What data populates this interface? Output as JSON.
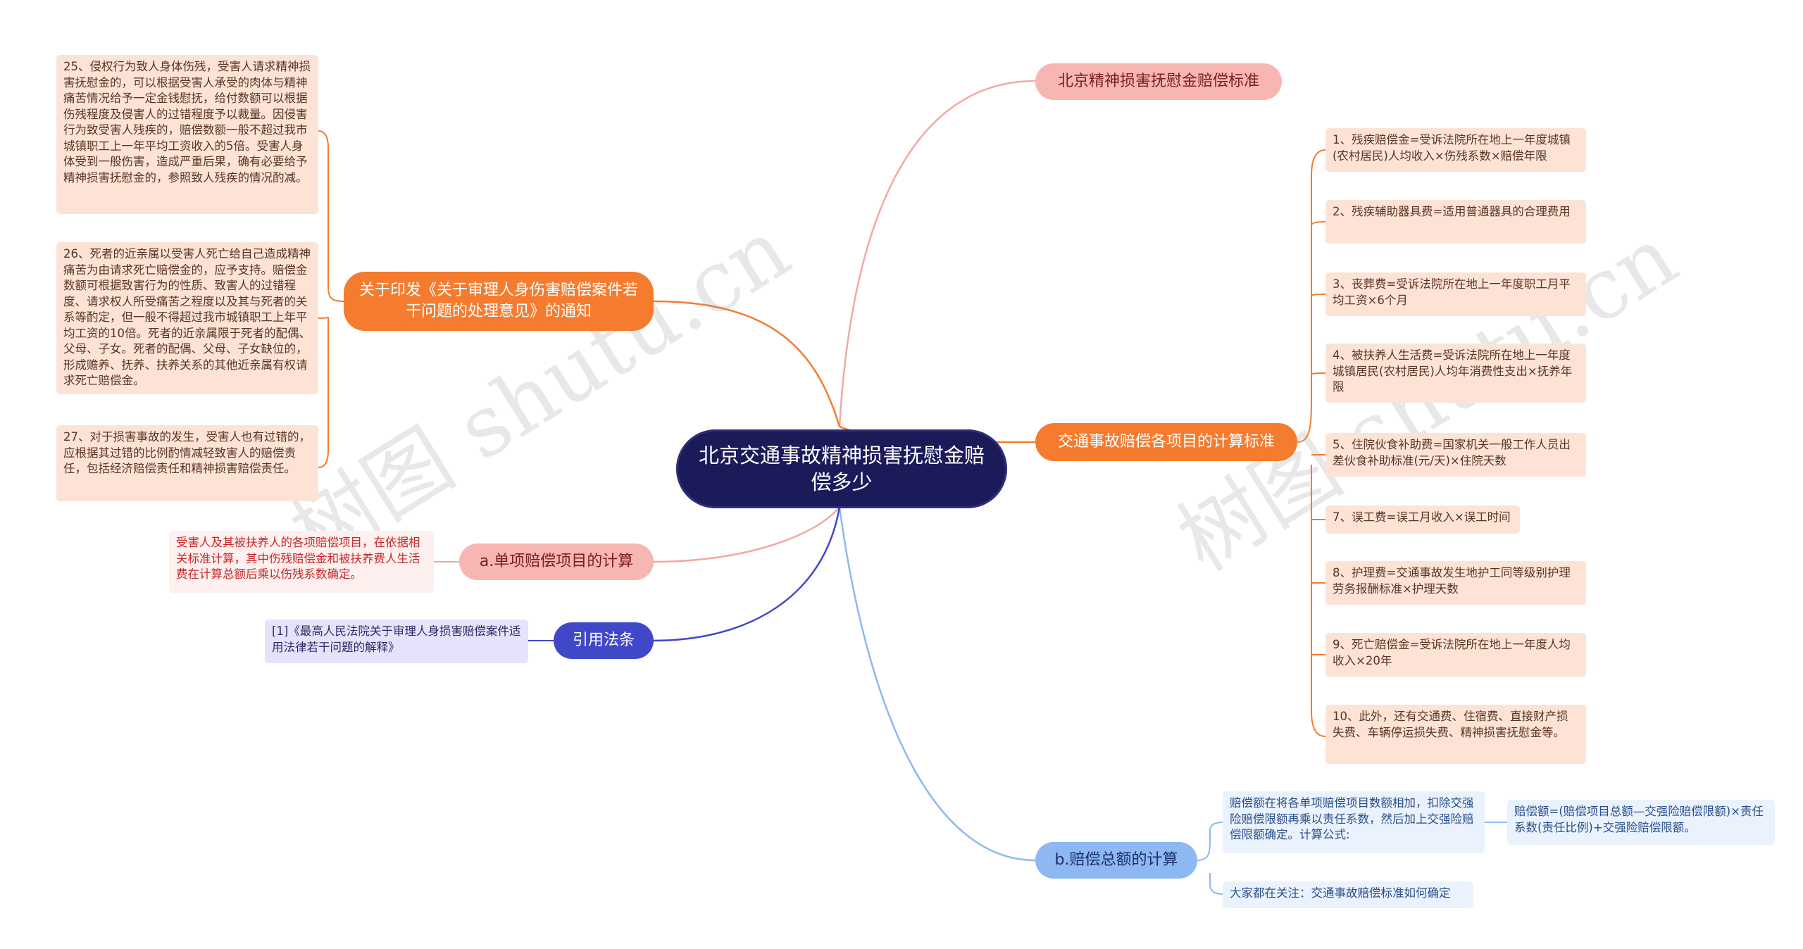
{
  "center": {
    "title": "北京交通事故精神损害抚慰金赔偿多少"
  },
  "right_branches": {
    "standard": {
      "label": "北京精神损害抚慰金赔偿标准"
    },
    "calc_standard": {
      "label": "交通事故赔偿各项目的计算标准",
      "items": [
        "1、残疾赔偿金=受诉法院所在地上一年度城镇(农村居民)人均收入×伤残系数×赔偿年限",
        "2、残疾辅助器具费=适用普通器具的合理费用",
        "3、丧葬费=受诉法院所在地上一年度职工月平均工资×6个月",
        "4、被扶养人生活费=受诉法院所在地上一年度城镇居民(农村居民)人均年消费性支出×抚养年限",
        "5、住院伙食补助费=国家机关一般工作人员出差伙食补助标准(元/天)×住院天数",
        "7、误工费=误工月收入×误工时间",
        "8、护理费=交通事故发生地护工同等级别护理劳务报酬标准×护理天数",
        "9、死亡赔偿金=受诉法院所在地上一年度人均收入×20年",
        "10、此外，还有交通费、住宿费、直接财产损失费、车辆停运损失费、精神损害抚慰金等。"
      ]
    },
    "total_calc": {
      "label": "b.赔偿总额的计算",
      "desc": "赔偿额在将各单项赔偿项目数额相加，扣除交强险赔偿限额再乘以责任系数，然后加上交强险赔偿限额确定。计算公式:",
      "formula": "赔偿额=(赔偿项目总额—交强险赔偿限额)×责任系数(责任比例)+交强险赔偿限额。",
      "related": "大家都在关注：交通事故赔偿标准如何确定"
    }
  },
  "left_branches": {
    "notice": {
      "label": "关于印发《关于审理人身伤害赔偿案件若干问题的处理意见》的通知",
      "items": [
        "25、侵权行为致人身体伤残，受害人请求精神损害抚慰金的，可以根据受害人承受的肉体与精神痛苦情况给予一定金钱慰抚，给付数额可以根据伤残程度及侵害人的过错程度予以裁量。因侵害行为致受害人残疾的，赔偿数额一般不超过我市城镇职工上一年平均工资收入的5倍。受害人身体受到一般伤害，造成严重后果，确有必要给予精神损害抚慰金的，参照致人残疾的情况酌减。",
        "26、死者的近亲属以受害人死亡给自己造成精神痛苦为由请求死亡赔偿金的，应予支持。赔偿金数额可根据致害行为的性质、致害人的过错程度、请求权人所受痛苦之程度以及其与死者的关系等酌定，但一般不得超过我市城镇职工上年平均工资的10倍。死者的近亲属限于死者的配偶、父母、子女。死者的配偶、父母、子女缺位的，形成赡养、抚养、扶养关系的其他近亲属有权请求死亡赔偿金。",
        "27、对于损害事故的发生，受害人也有过错的，应根据其过错的比例酌情减轻致害人的赔偿责任，包括经济赔偿责任和精神损害赔偿责任。"
      ]
    },
    "single_calc": {
      "label": "a.单项赔偿项目的计算",
      "desc": "受害人及其被扶养人的各项赔偿项目，在依据相关标准计算，其中伤残赔偿金和被扶养费人生活费在计算总额后乘以伤残系数确定。"
    },
    "citation": {
      "label": "引用法条",
      "item": "[1]《最高人民法院关于审理人身损害赔偿案件适用法律若干问题的解释》"
    }
  },
  "watermarks": [
    "树图 shutu.cn",
    "树图 shutu.cn"
  ],
  "colors": {
    "center": "#1b1b5a",
    "pink": "#f8b6b3",
    "orange": "#f57b2f",
    "blue": "#4148c8",
    "lightblue": "#8db8f2"
  }
}
